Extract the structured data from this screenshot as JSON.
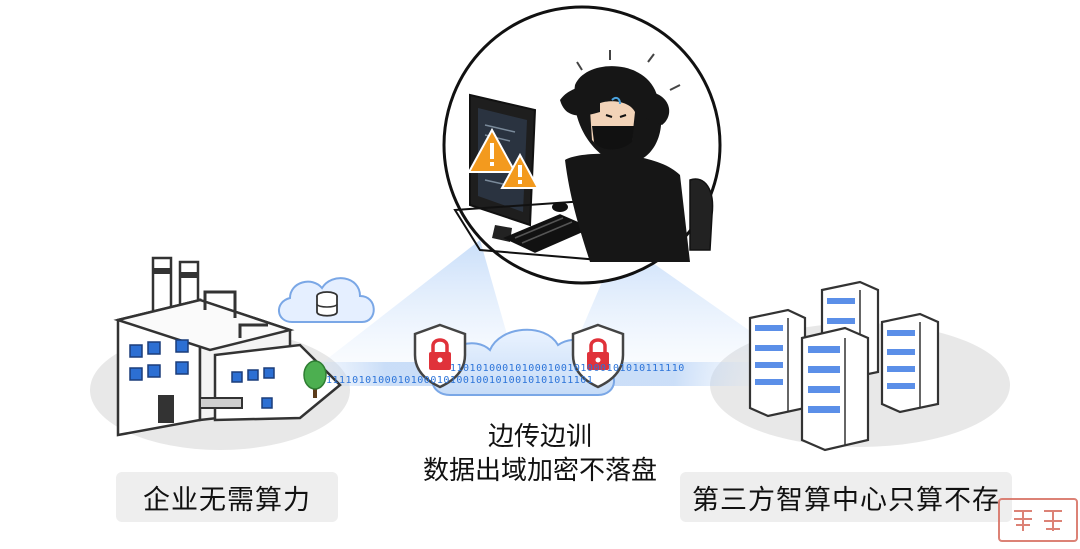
{
  "factory": {
    "label": "企业无需算力"
  },
  "center": {
    "line1": "边传边训",
    "line2": "数据出域加密不落盘"
  },
  "datacenter": {
    "label": "第三方智算中心只算不存"
  },
  "stream": {
    "left_bits": "11110101000101000101001001010010101011101",
    "right_bits": "110101000101000100101000101010111110"
  },
  "colors": {
    "accent": "#2c74d9",
    "lock_red": "#e0323a",
    "warning": "#f39a1e",
    "ground": "#e6e6e6"
  },
  "icons": [
    "factory-icon",
    "database-cloud-icon",
    "lock-shield-icon",
    "cloud-icon",
    "server-rack-icon",
    "warning-icon",
    "hacker-icon",
    "monitor-icon",
    "keyboard-icon",
    "tree-icon"
  ]
}
